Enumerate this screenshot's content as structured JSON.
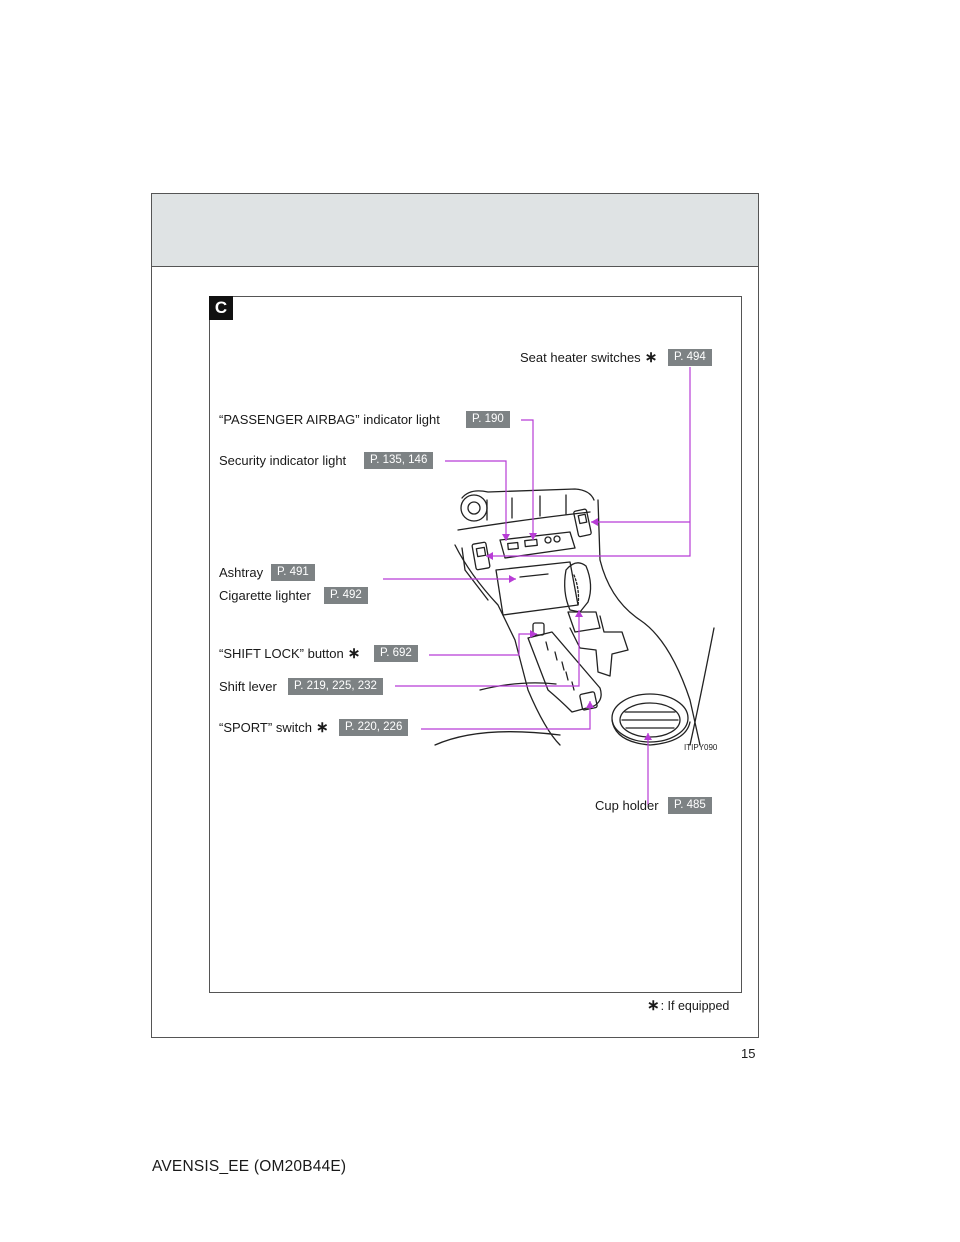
{
  "section_letter": "C",
  "callouts": [
    {
      "label": "Seat heater switches",
      "equipped_mark": "∗",
      "page_ref": "P. 494"
    },
    {
      "label": "“PASSENGER AIRBAG” indicator light",
      "page_ref": "P. 190"
    },
    {
      "label": "Security indicator light",
      "page_ref": "P. 135, 146"
    },
    {
      "label": "Ashtray",
      "page_ref": "P. 491"
    },
    {
      "label": "Cigarette lighter",
      "page_ref": "P. 492"
    },
    {
      "label": "“SHIFT LOCK” button",
      "equipped_mark": "∗",
      "page_ref": "P. 692"
    },
    {
      "label": "Shift lever",
      "page_ref": "P. 219, 225, 232"
    },
    {
      "label": "“SPORT” switch",
      "equipped_mark": "∗",
      "page_ref": "P. 220, 226"
    },
    {
      "label": "Cup holder",
      "page_ref": "P. 485"
    }
  ],
  "image_code": "ITIPY090",
  "footnote": {
    "mark": "∗",
    "text": ": If equipped"
  },
  "page_number": "15",
  "footer": "AVENSIS_EE (OM20B44E)",
  "colors": {
    "leader": "#b83cd6",
    "page_ref_bg": "#7d8284",
    "band": "#dfe3e4"
  }
}
